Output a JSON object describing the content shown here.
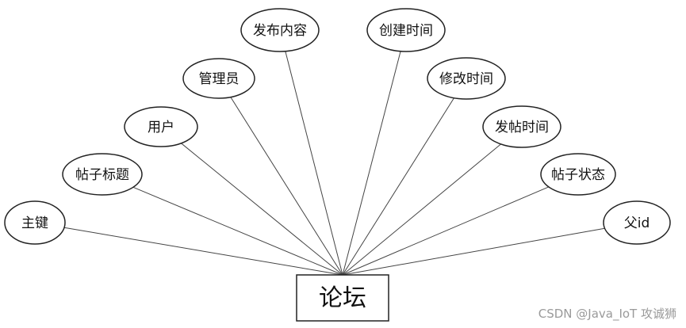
{
  "entity": {
    "label": "论坛"
  },
  "attributes": [
    {
      "id": "primary-key",
      "label": "主键"
    },
    {
      "id": "post-title",
      "label": "帖子标题"
    },
    {
      "id": "user",
      "label": "用户"
    },
    {
      "id": "admin",
      "label": "管理员"
    },
    {
      "id": "content",
      "label": "发布内容"
    },
    {
      "id": "created-time",
      "label": "创建时间"
    },
    {
      "id": "modified-time",
      "label": "修改时间"
    },
    {
      "id": "post-time",
      "label": "发帖时间"
    },
    {
      "id": "post-status",
      "label": "帖子状态"
    },
    {
      "id": "parent-id",
      "label": "父id"
    }
  ],
  "watermark": "CSDN @Java_IoT 攻诚狮",
  "colors": {
    "stroke": "#222222",
    "line": "#444444",
    "fill": "#ffffff",
    "text": "#111111"
  }
}
